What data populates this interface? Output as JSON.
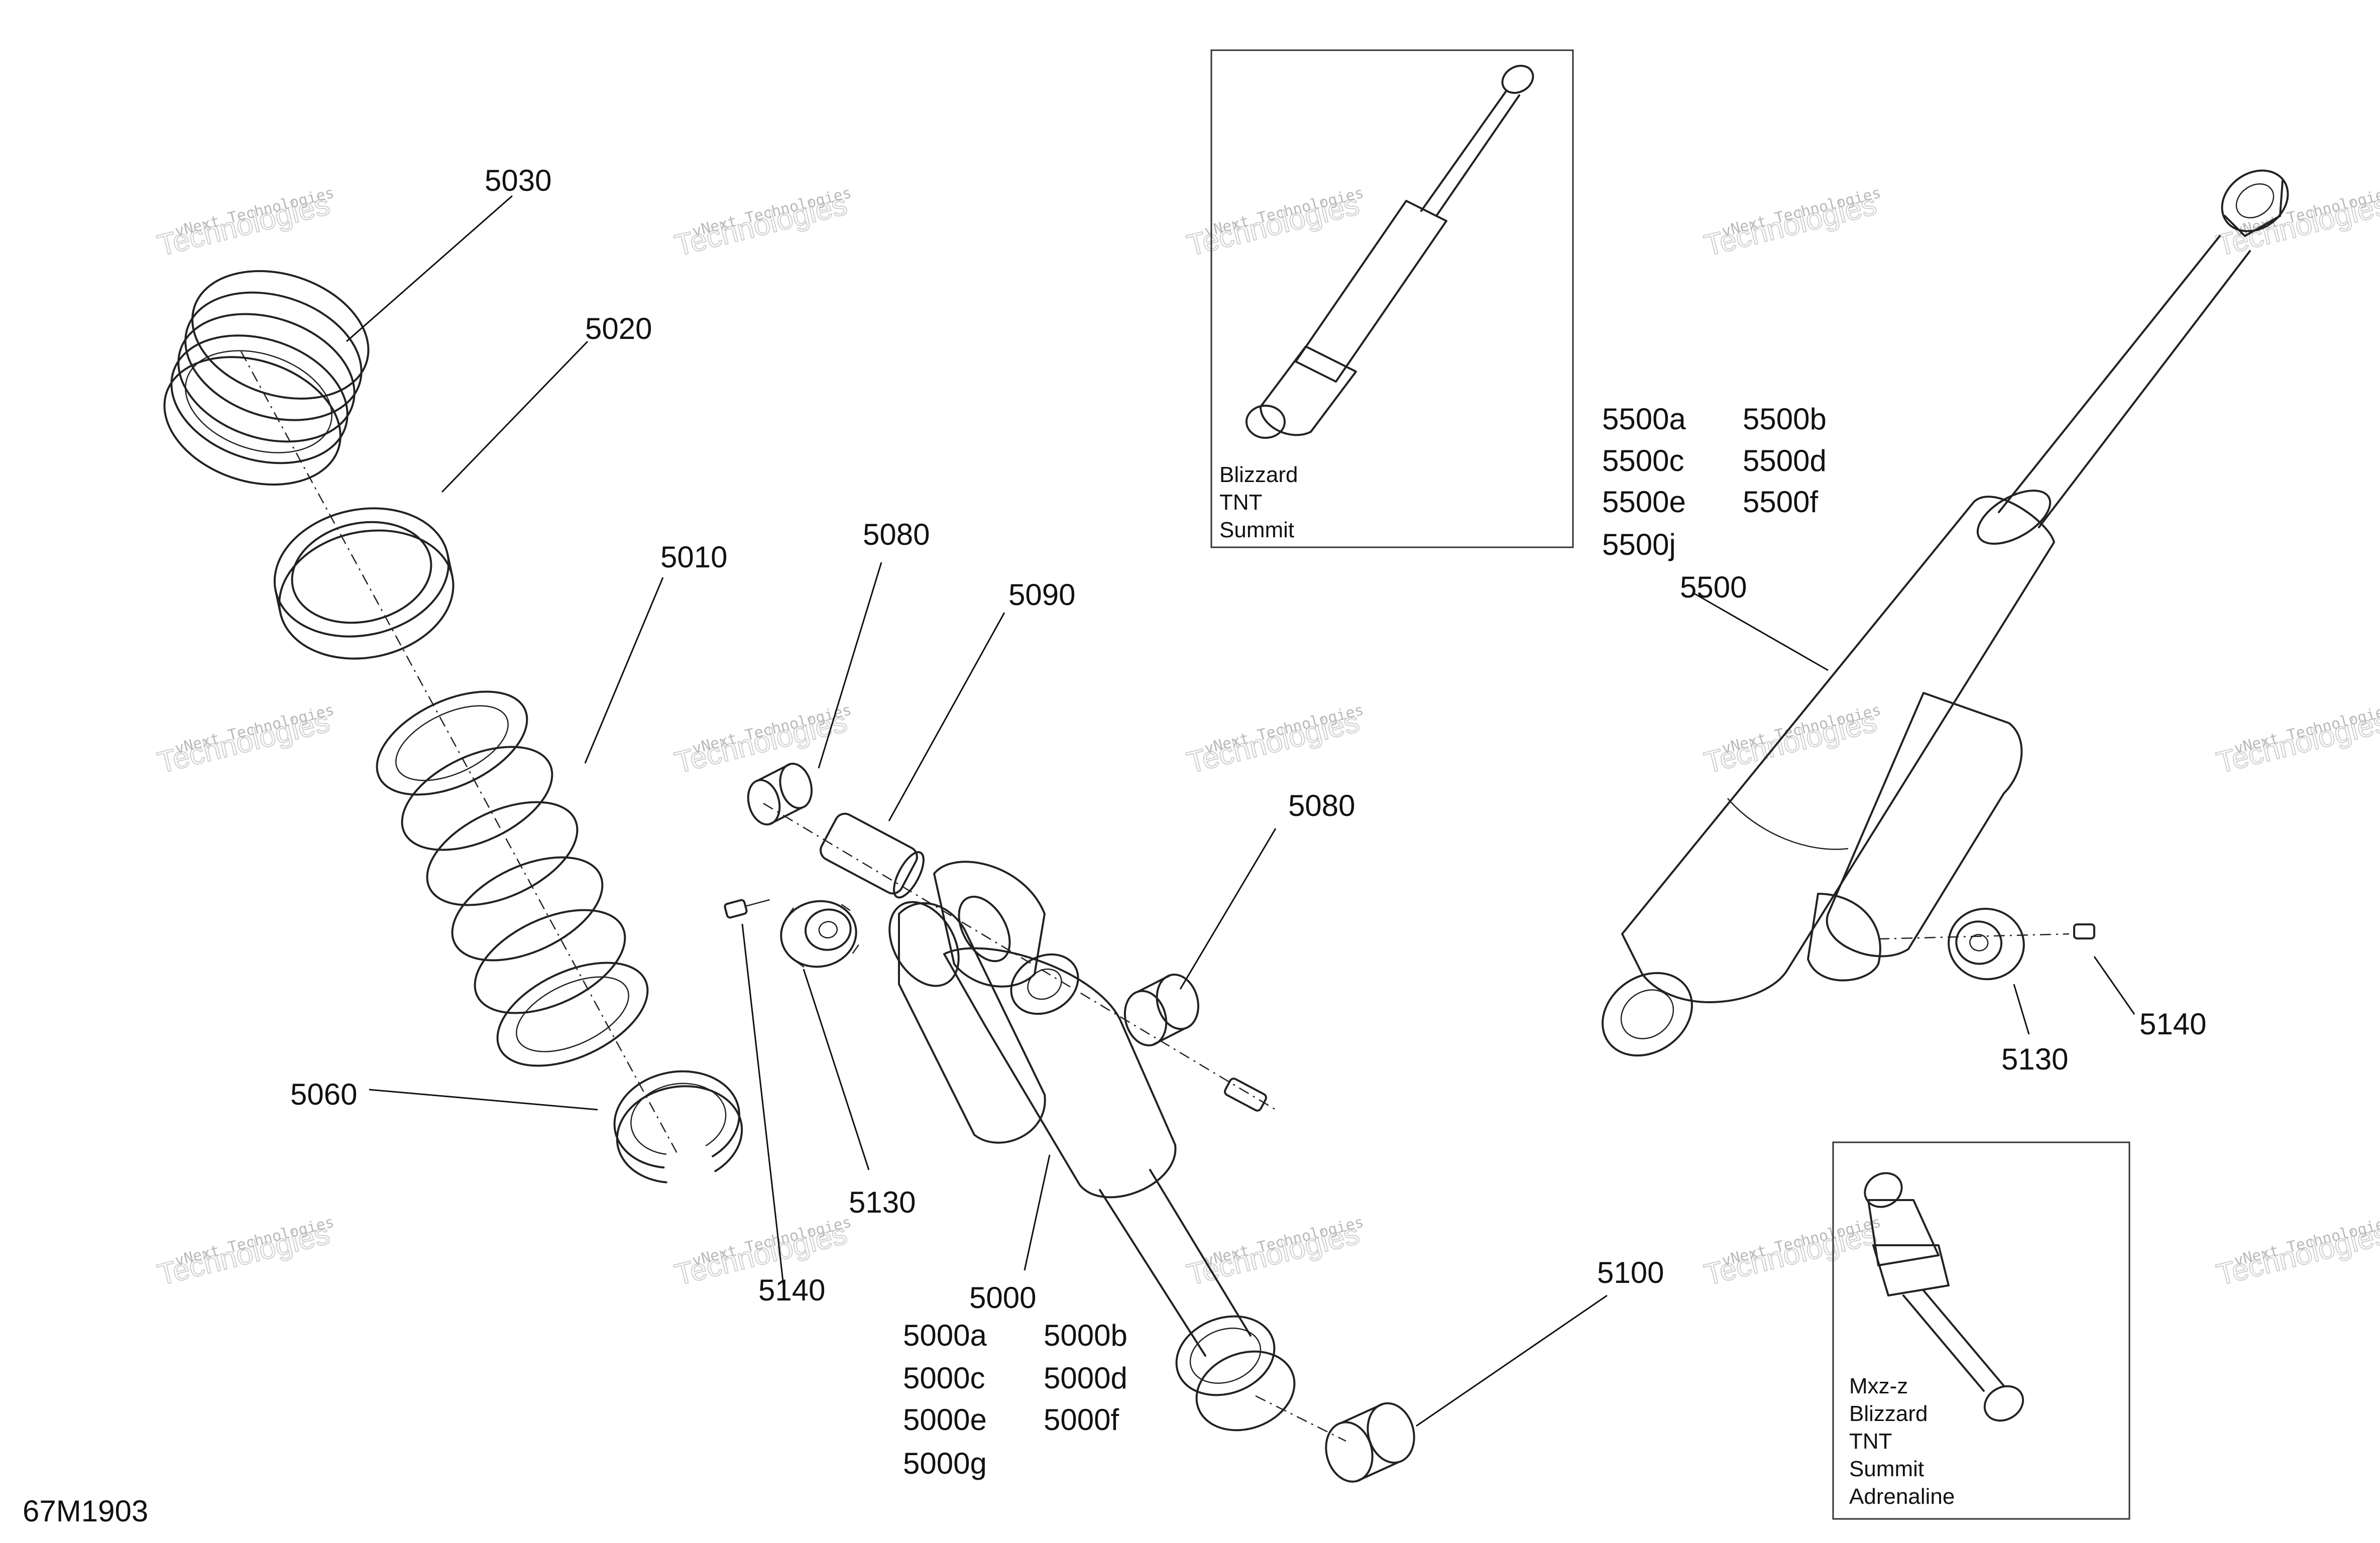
{
  "labels": {
    "p5030": "5030",
    "p5020": "5020",
    "p5010": "5010",
    "p5080a": "5080",
    "p5090": "5090",
    "p5080b": "5080",
    "p5060": "5060",
    "p5130a": "5130",
    "p5140a": "5140",
    "p5000": "5000",
    "v5000": [
      "5000a",
      "5000b",
      "5000c",
      "5000d",
      "5000e",
      "5000f",
      "5000g"
    ],
    "p5100": "5100",
    "p5500": "5500",
    "v5500": [
      "5500a",
      "5500b",
      "5500c",
      "5500d",
      "5500e",
      "5500f",
      "5500j"
    ],
    "p5130b": "5130",
    "p5140b": "5140"
  },
  "inset_top": [
    "Blizzard",
    "TNT",
    "Summit"
  ],
  "inset_bottom": [
    "Mxz-z",
    "Blizzard",
    "TNT",
    "Summit",
    "Adrenaline"
  ],
  "diagram_code": "67M1903",
  "watermark": {
    "line1": "vNext Technologies",
    "line2": "Technologies"
  },
  "colors": {
    "line": "#222222",
    "watermark": "#bbbbbb"
  }
}
